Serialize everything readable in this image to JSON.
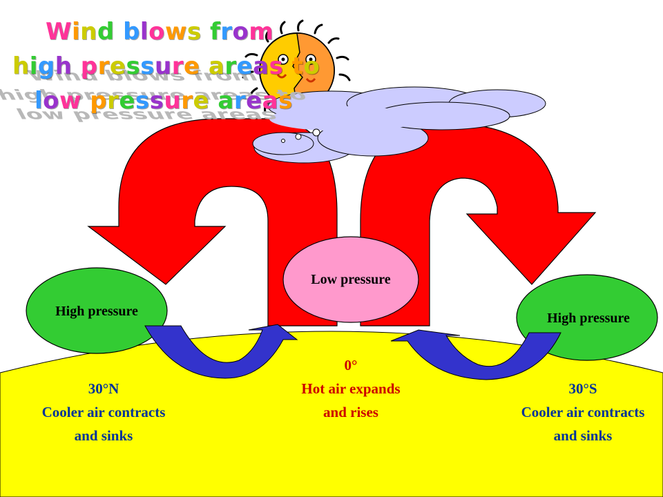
{
  "title": {
    "lines": [
      "Wind blows from",
      "high pressure areas to",
      "low pressure areas"
    ]
  },
  "labels": {
    "high_left": "High  pressure",
    "high_right": "High  pressure",
    "low_center": "Low pressure",
    "lat_left": "30°N",
    "lat_center": "0°",
    "lat_right": "30°S",
    "desc_left_1": "Cooler air contracts",
    "desc_left_2": "and sinks",
    "desc_center_1": "Hot air expands",
    "desc_center_2": "and rises",
    "desc_right_1": "Cooler air contracts",
    "desc_right_2": "and sinks"
  },
  "colors": {
    "ground": "#ffff00",
    "high_pressure": "#33cc33",
    "low_pressure": "#ff99cc",
    "rising_air": "#ff0000",
    "surface_wind": "#3333cc",
    "cloud": "#ccccff",
    "text_blue": "#003399",
    "text_red": "#cc0000",
    "rainbow": [
      "#ff3399",
      "#ff9900",
      "#cccc00",
      "#33cc33",
      "#3399ff",
      "#9933cc"
    ]
  },
  "icons": {
    "sun": "sun-face-icon",
    "cloud": "cloud-icon"
  }
}
